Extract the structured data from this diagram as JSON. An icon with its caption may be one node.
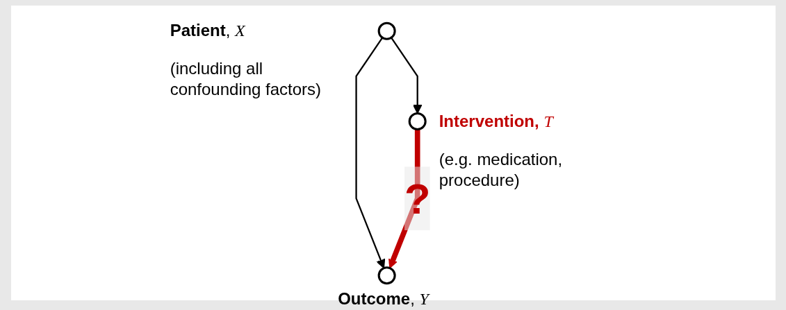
{
  "diagram": {
    "nodes": [
      {
        "text": [],
        "shape": "circle",
        "beside": [
          "**Patient**, *X*",
          "(including all confounding factors)"
        ]
      },
      {
        "text": [],
        "shape": "circle",
        "beside": [
          "**Intervention,** *T*",
          "(e.g. medication, procedure)"
        ]
      },
      {
        "text": [],
        "shape": "circle",
        "beside": [
          "**Outcome**, *Y*"
        ]
      }
    ],
    "edges": [
      {
        "from": 0,
        "to": 1,
        "arrow": "to"
      },
      {
        "from": 0,
        "to": 2,
        "arrow": "to"
      },
      {
        "from": 1,
        "to": 2,
        "arrow": "to",
        "label": "?",
        "style": "thick",
        "color": "#c00000"
      }
    ]
  }
}
